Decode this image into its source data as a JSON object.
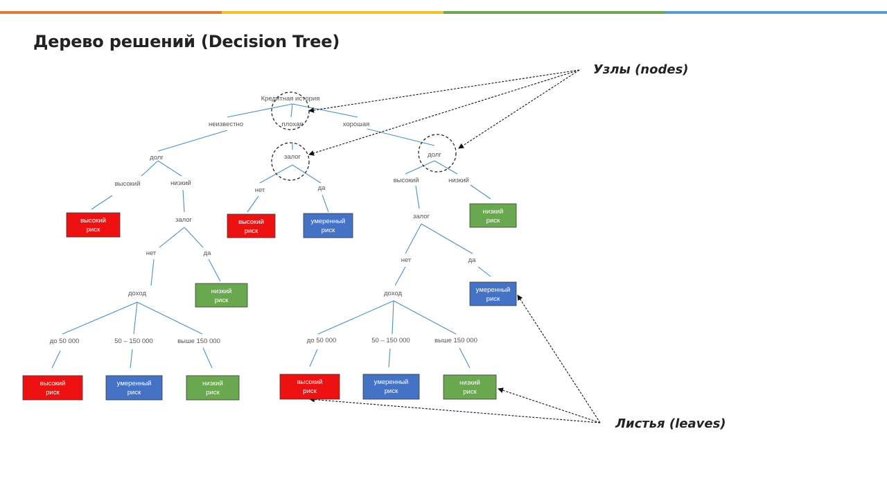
{
  "title": "Дерево решений (Decision Tree)",
  "top_bar_colors": [
    "#e07b39",
    "#f2c12e",
    "#6aa84f",
    "#5b9bd5"
  ],
  "callouts": {
    "nodes": "Узлы (nodes)",
    "leaves": "Листья  (leaves)"
  },
  "leaf_colors": {
    "high": "#ee1111",
    "moderate": "#4472c4",
    "low": "#6aa84f"
  },
  "tree": {
    "root": "Кредитная история",
    "branches": {
      "unknown": "неизвестно",
      "bad": "плохая",
      "good": "хорошая"
    },
    "left": {
      "node": "долг",
      "high": "высокий",
      "low": "низкий",
      "leaf_high": [
        "высокий",
        "риск"
      ],
      "collateral": "залог",
      "no": "нет",
      "yes": "да",
      "leaf_yes": [
        "низкий",
        "риск"
      ],
      "income": "доход",
      "ranges": [
        "до 50 000",
        "50 – 150 000",
        "выше 150 000"
      ],
      "leaves": [
        [
          "высокий",
          "риск"
        ],
        [
          "умеренный",
          "риск"
        ],
        [
          "низкий",
          "риск"
        ]
      ]
    },
    "middle": {
      "node": "залог",
      "no": "нет",
      "yes": "да",
      "leaf_no": [
        "высокий",
        "риск"
      ],
      "leaf_yes": [
        "умеренный",
        "риск"
      ]
    },
    "right": {
      "node": "долг",
      "high": "высокий",
      "low": "низкий",
      "leaf_low": [
        "низкий",
        "риск"
      ],
      "collateral": "залог",
      "no": "нет",
      "yes": "да",
      "leaf_yes": [
        "умеренный",
        "риск"
      ],
      "income": "доход",
      "ranges": [
        "до 50 000",
        "50 – 150 000",
        "выше 150 000"
      ],
      "leaves": [
        [
          "высокий",
          "риск"
        ],
        [
          "умеренный",
          "риск"
        ],
        [
          "низкий",
          "риск"
        ]
      ]
    }
  }
}
